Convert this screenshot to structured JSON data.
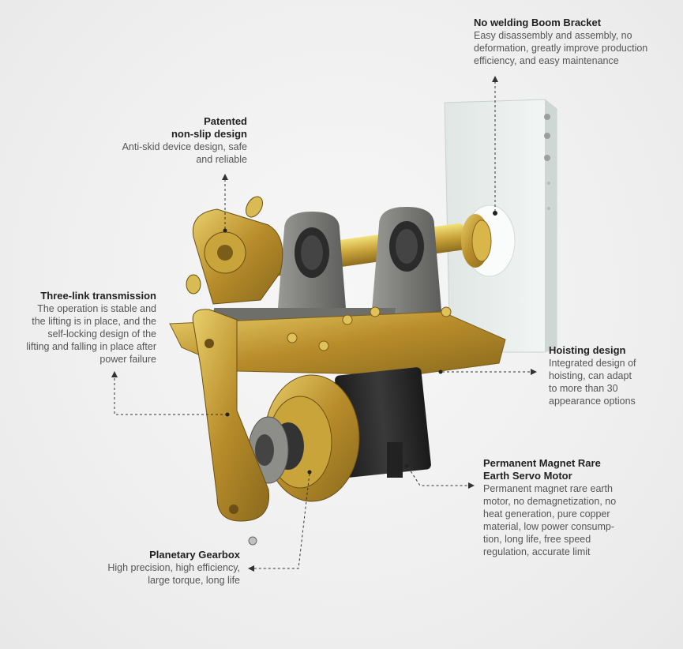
{
  "callouts": {
    "boom": {
      "title": "No welding Boom Bracket",
      "lines": [
        "Easy disassembly and assembly, no",
        "deformation, greatly improve production",
        "efficiency, and easy maintenance"
      ]
    },
    "nonslip": {
      "title_lines": [
        "Patented",
        "non-slip design"
      ],
      "lines": [
        "Anti-skid device design, safe",
        "and reliable"
      ]
    },
    "threelink": {
      "title": "Three-link transmission",
      "lines": [
        "The operation is stable and",
        "the lifting is in place, and the",
        "self-locking design of the",
        "lifting and falling in place after",
        "power failure"
      ]
    },
    "hoisting": {
      "title": "Hoisting design",
      "lines": [
        "Integrated design of",
        "hoisting, can adapt",
        "to more than 30",
        "appearance options"
      ]
    },
    "motor": {
      "title_lines": [
        "Permanent Magnet Rare",
        "Earth Servo Motor"
      ],
      "lines": [
        "Permanent magnet rare earth",
        "motor, no demagnetization, no",
        "heat generation, pure copper",
        "material, low power consump-",
        "tion, long life, free speed",
        "regulation, accurate limit"
      ]
    },
    "gearbox": {
      "title": "Planetary Gearbox",
      "lines": [
        "High precision, high efficiency,",
        "large torque, long life"
      ]
    }
  },
  "colors": {
    "brass": "#c9a43a",
    "bracket": "#e9eeec",
    "housing": "#7d7d7a",
    "motor": "#2a2a2a",
    "leader": "#333333"
  }
}
